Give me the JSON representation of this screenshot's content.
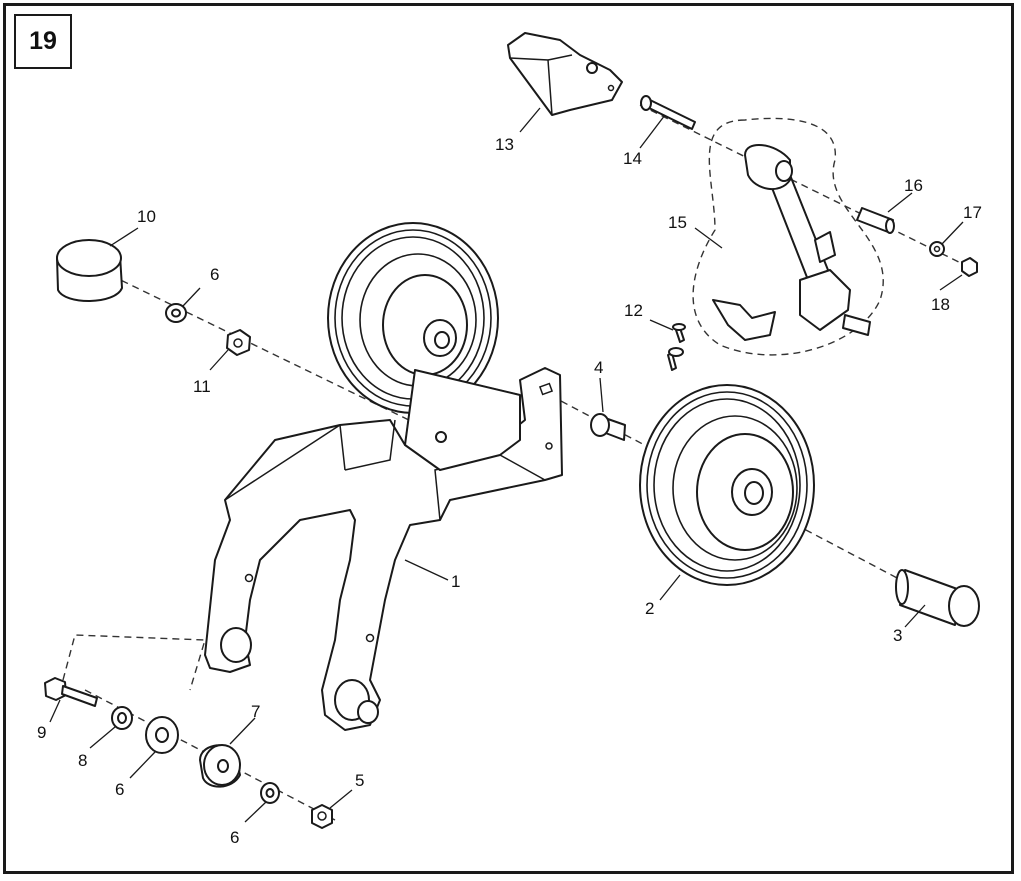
{
  "figure_number": "19",
  "callouts": [
    {
      "id": "c1",
      "text": "1"
    },
    {
      "id": "c2",
      "text": "2"
    },
    {
      "id": "c3",
      "text": "3"
    },
    {
      "id": "c4",
      "text": "4"
    },
    {
      "id": "c5",
      "text": "5"
    },
    {
      "id": "c6a",
      "text": "6"
    },
    {
      "id": "c6b",
      "text": "6"
    },
    {
      "id": "c6c",
      "text": "6"
    },
    {
      "id": "c7",
      "text": "7"
    },
    {
      "id": "c8",
      "text": "8"
    },
    {
      "id": "c9",
      "text": "9"
    },
    {
      "id": "c10",
      "text": "10"
    },
    {
      "id": "c11",
      "text": "11"
    },
    {
      "id": "c12",
      "text": "12"
    },
    {
      "id": "c13",
      "text": "13"
    },
    {
      "id": "c14",
      "text": "14"
    },
    {
      "id": "c15",
      "text": "15"
    },
    {
      "id": "c16",
      "text": "16"
    },
    {
      "id": "c17",
      "text": "17"
    },
    {
      "id": "c18",
      "text": "18"
    }
  ]
}
